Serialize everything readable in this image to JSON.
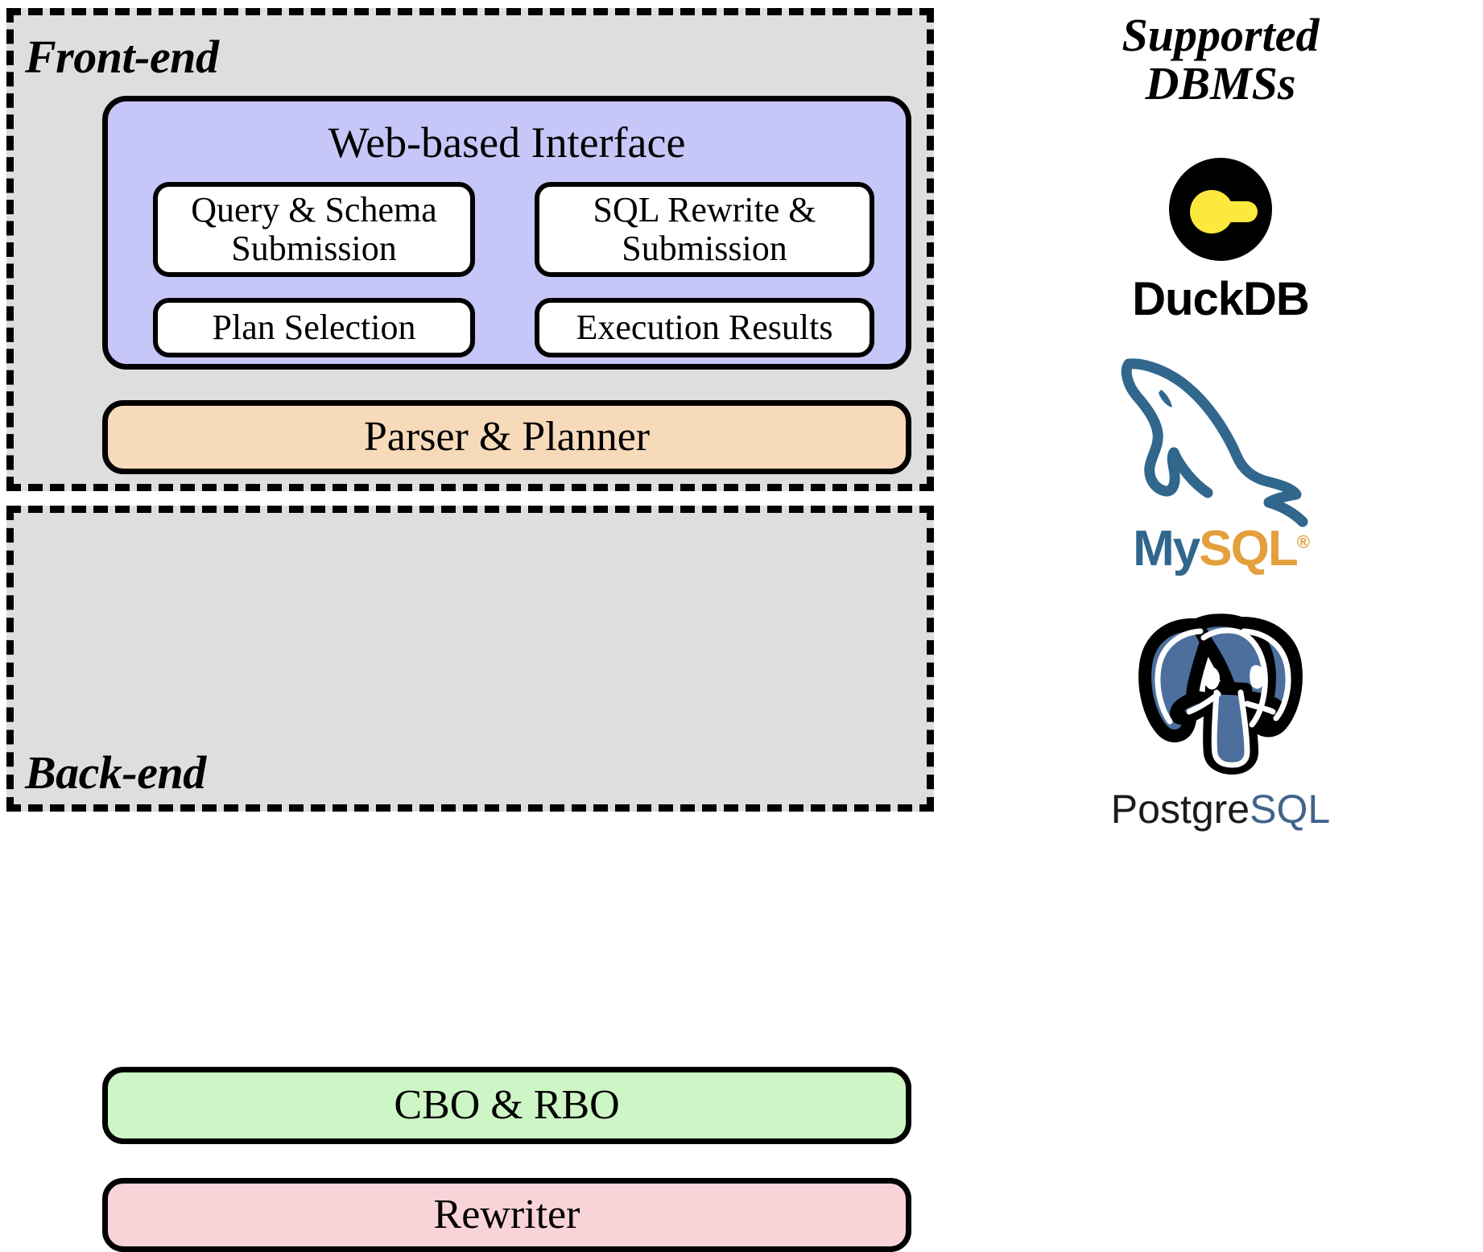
{
  "diagram": {
    "title": "System architecture: front-end / back-end with supported DBMSs",
    "colors": {
      "panel_bg": "#dededf",
      "panel_border": "#000000",
      "web_interface": "#c7c6f8",
      "parser_planner": "#f6daba",
      "cbo_rbo": "#cdf5c5",
      "rewriter": "#f8d3d7",
      "subbox": "#ffffff",
      "duckdb_yellow": "#fbe93d",
      "duckdb_black": "#000000",
      "mysql_blue": "#31678d",
      "mysql_orange": "#e3a03c",
      "postgres_blue": "#41648c",
      "postgres_dark": "#1b1b1b"
    }
  },
  "frontend": {
    "label": "Front-end",
    "web_interface": {
      "title": "Web-based Interface",
      "boxes": [
        {
          "id": "query-schema-submission",
          "label": "Query & Schema Submission"
        },
        {
          "id": "sql-rewrite-submission",
          "label": "SQL Rewrite & Submission"
        },
        {
          "id": "plan-selection",
          "label": "Plan Selection"
        },
        {
          "id": "execution-results",
          "label": "Execution Results"
        }
      ]
    },
    "parser_planner": {
      "label": "Parser & Planner"
    }
  },
  "backend": {
    "label": "Back-end",
    "blocks": [
      {
        "id": "cbo-rbo",
        "label": "CBO & RBO"
      },
      {
        "id": "rewriter",
        "label": "Rewriter"
      }
    ]
  },
  "supported_dbms": {
    "title_line1": "Supported",
    "title_line2": "DBMSs",
    "items": [
      {
        "id": "duckdb",
        "name": "DuckDB",
        "icon": "duckdb-logo-icon"
      },
      {
        "id": "mysql",
        "name": "MySQL",
        "name_part1": "My",
        "name_part2": "SQL",
        "registered": "®",
        "icon": "mysql-dolphin-icon"
      },
      {
        "id": "postgresql",
        "name": "PostgreSQL",
        "name_part1": "Postgre",
        "name_part2": "SQL",
        "icon": "postgresql-elephant-icon"
      }
    ]
  }
}
